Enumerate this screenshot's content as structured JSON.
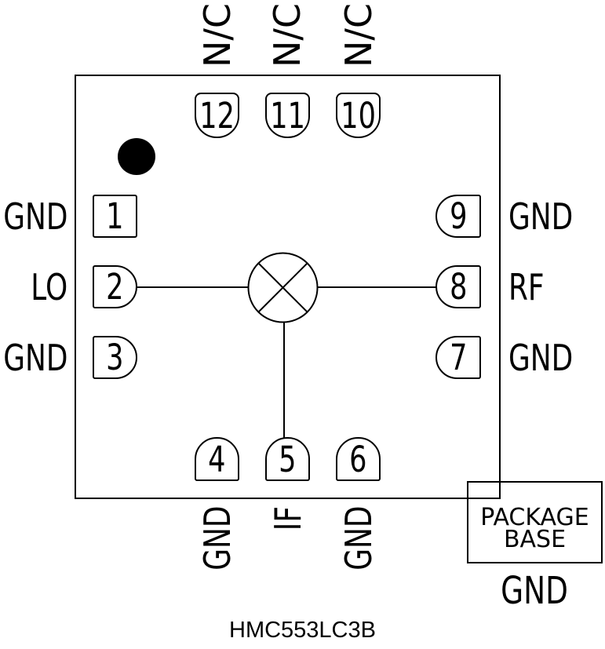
{
  "part_number": "HMC553LC3B",
  "chip": {
    "symbol": "mixer",
    "pins": {
      "left": [
        {
          "num": "1",
          "label": "GND"
        },
        {
          "num": "2",
          "label": "LO"
        },
        {
          "num": "3",
          "label": "GND"
        }
      ],
      "right": [
        {
          "num": "9",
          "label": "GND"
        },
        {
          "num": "8",
          "label": "RF"
        },
        {
          "num": "7",
          "label": "GND"
        }
      ],
      "top": [
        {
          "num": "12",
          "label": "N/C"
        },
        {
          "num": "11",
          "label": "N/C"
        },
        {
          "num": "10",
          "label": "N/C"
        }
      ],
      "bottom": [
        {
          "num": "4",
          "label": "GND"
        },
        {
          "num": "5",
          "label": "IF"
        },
        {
          "num": "6",
          "label": "GND"
        }
      ]
    }
  },
  "package_base": {
    "line1": "PACKAGE",
    "line2": "BASE",
    "ground_label": "GND"
  },
  "colors": {
    "ink": "#000000",
    "background": "#ffffff"
  }
}
